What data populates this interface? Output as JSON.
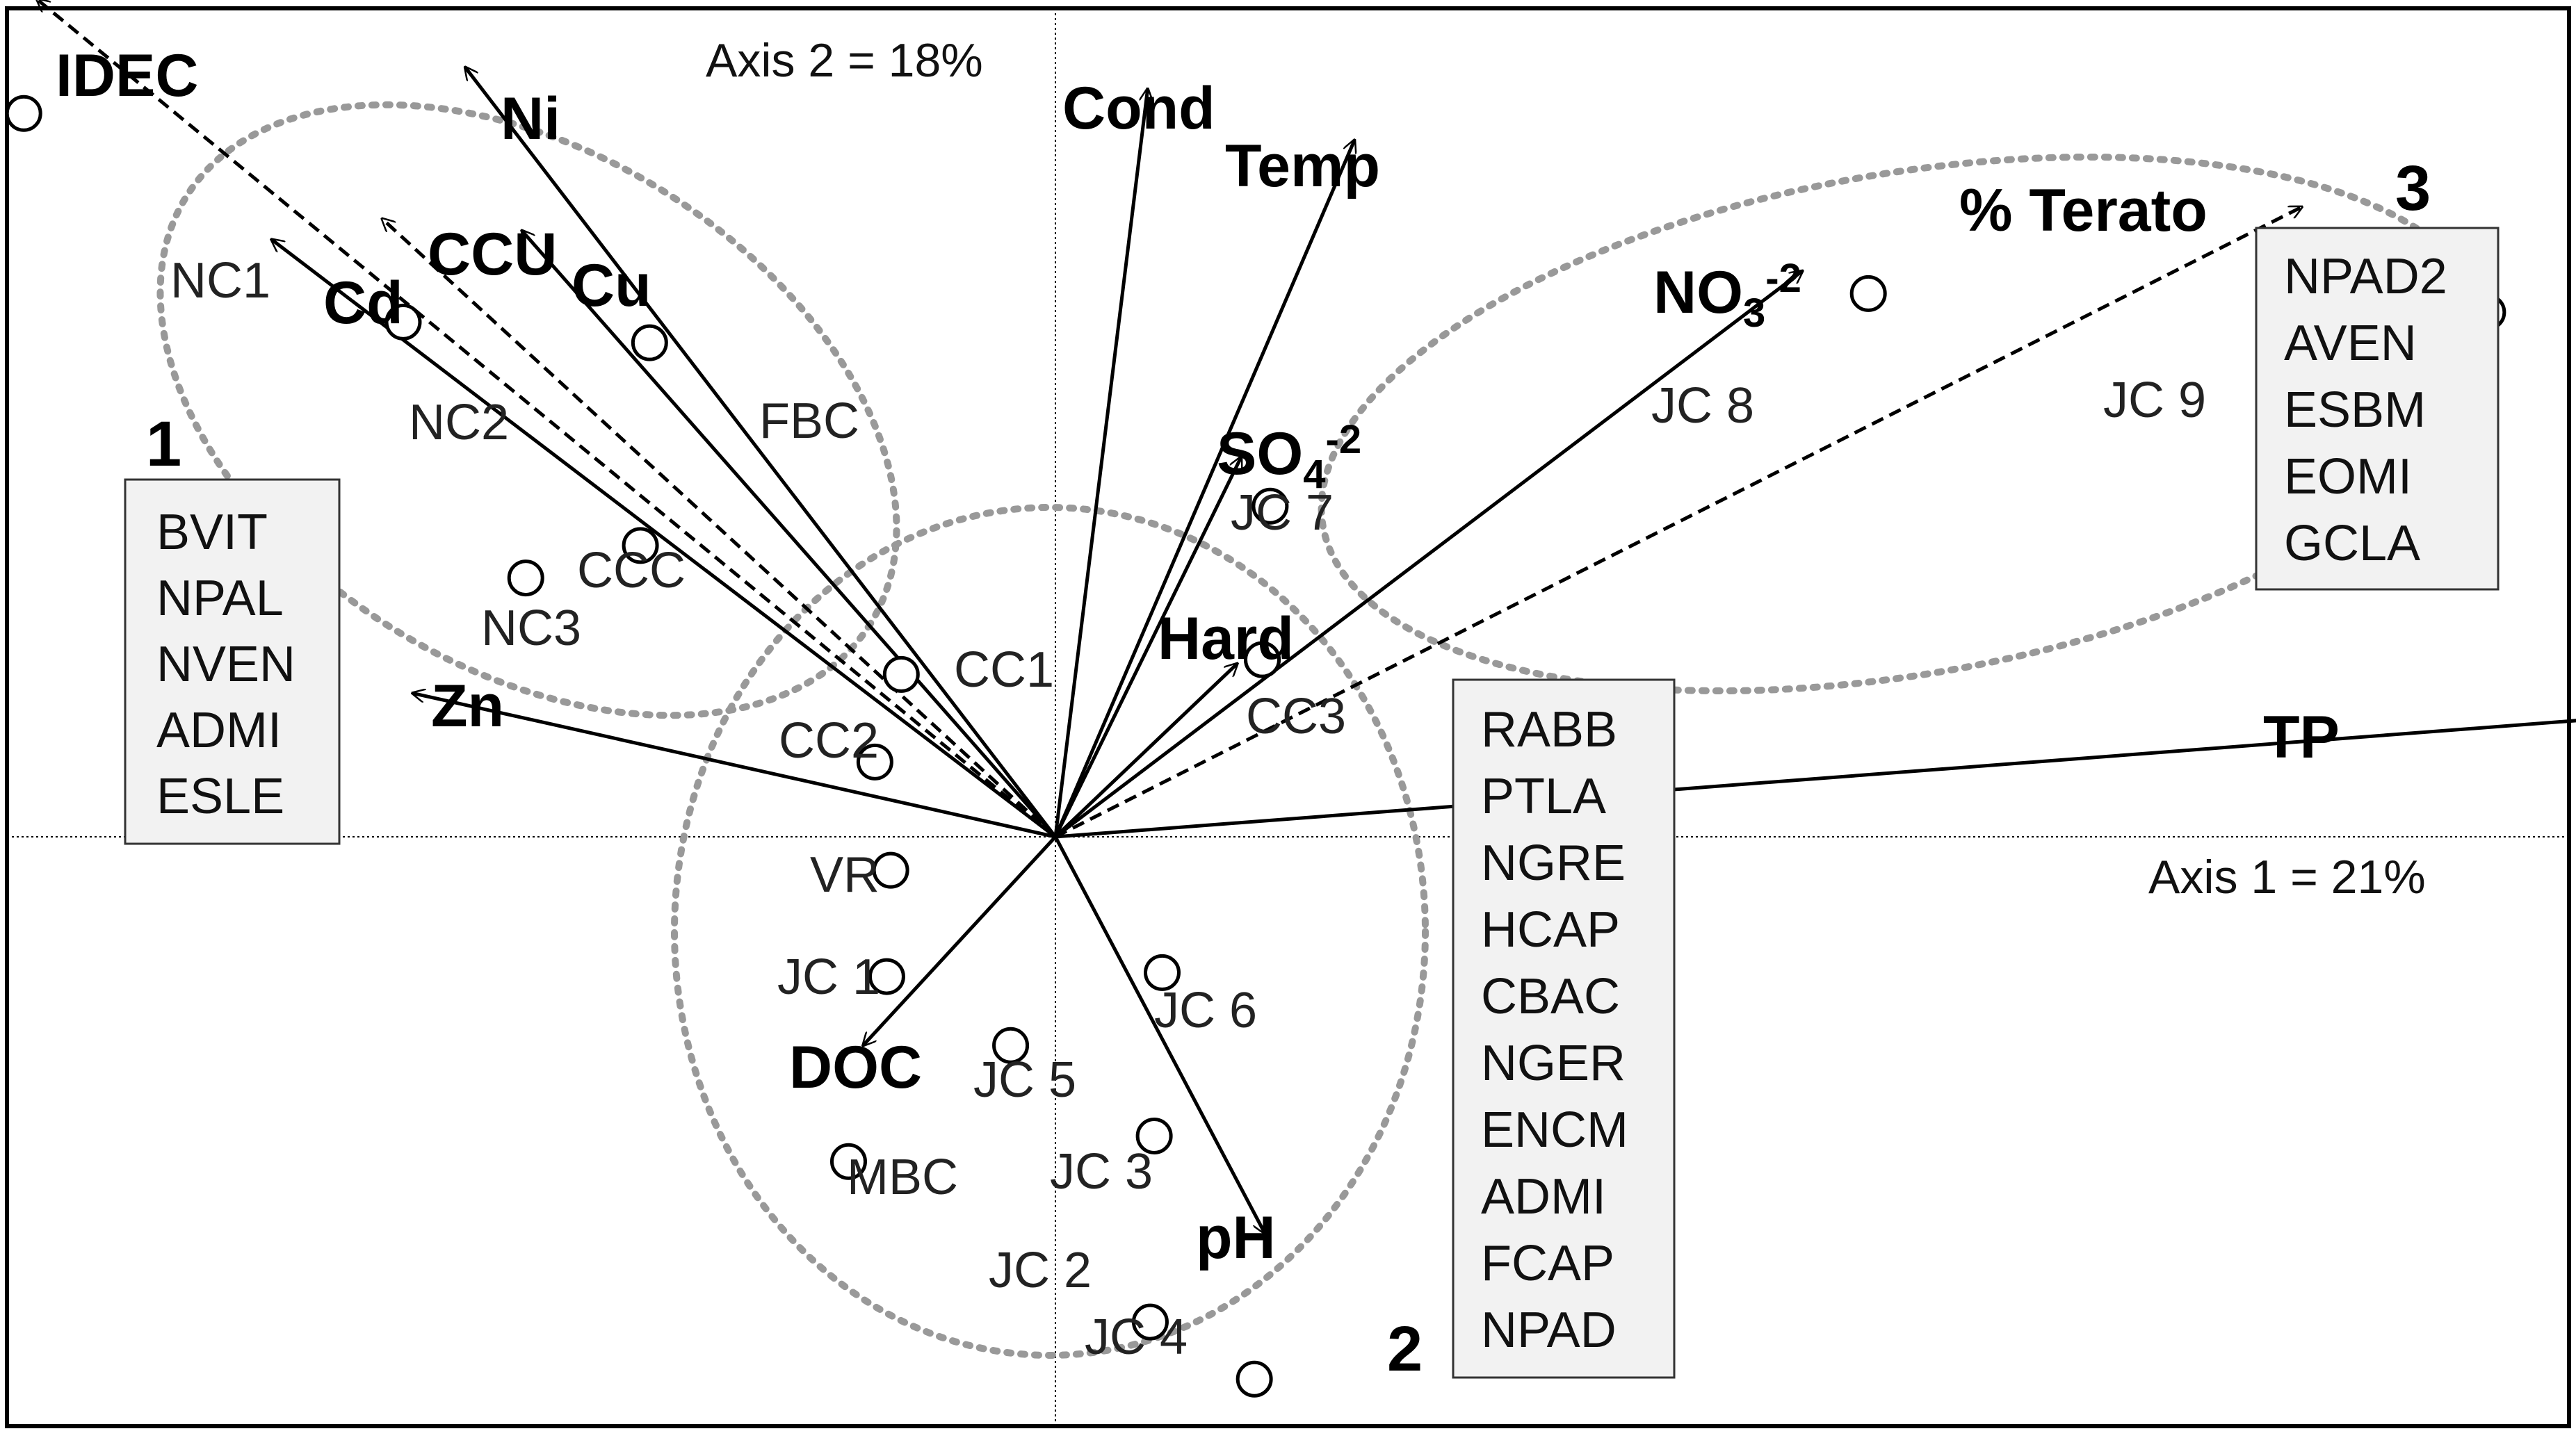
{
  "chart_data": {
    "type": "scatter",
    "subtype": "ordination-biplot",
    "title": "",
    "xlabel": "Axis 1 = 21%",
    "ylabel": "Axis 2 = 18%",
    "xlim": [
      -1.0,
      1.4
    ],
    "ylim": [
      -0.7,
      0.9
    ],
    "grid": false,
    "legend": "none",
    "colors": {
      "line": "#000000",
      "ellipse": "#999999",
      "box_fill": "#f2f2f2",
      "box_border": "#333333"
    },
    "sites": [
      {
        "name": "NC1",
        "x": -0.783,
        "y": 0.735
      },
      {
        "name": "NC2",
        "x": -0.495,
        "y": 0.523
      },
      {
        "name": "FBC",
        "x": -0.308,
        "y": 0.502
      },
      {
        "name": "CCC",
        "x": -0.315,
        "y": 0.296
      },
      {
        "name": "NC3",
        "x": -0.402,
        "y": 0.263
      },
      {
        "name": "CC1",
        "x": -0.117,
        "y": 0.165
      },
      {
        "name": "CC2",
        "x": -0.137,
        "y": 0.076
      },
      {
        "name": "VR",
        "x": -0.125,
        "y": -0.034
      },
      {
        "name": "JC 1",
        "x": -0.128,
        "y": -0.142
      },
      {
        "name": "JC 5",
        "x": -0.034,
        "y": -0.212
      },
      {
        "name": "MBC",
        "x": -0.157,
        "y": -0.33
      },
      {
        "name": "JC 6",
        "x": 0.081,
        "y": -0.138
      },
      {
        "name": "JC 3",
        "x": 0.075,
        "y": -0.304
      },
      {
        "name": "JC 2",
        "x": 0.072,
        "y": -0.493
      },
      {
        "name": "JC 4",
        "x": 0.151,
        "y": -0.551
      },
      {
        "name": "JC 7",
        "x": 0.163,
        "y": 0.336
      },
      {
        "name": "Hard",
        "x": 0.157,
        "y": 0.18
      },
      {
        "name": "CC3",
        "x": 0.157,
        "y": 0.18
      },
      {
        "name": "JC 8",
        "x": 0.617,
        "y": 0.552
      },
      {
        "name": "JC 9",
        "x": 1.087,
        "y": 0.533
      }
    ],
    "site_labels": [
      "NC1",
      "NC2",
      "FBC",
      "CCC",
      "NC3",
      "CC1",
      "CC2",
      "VR",
      "JC 1",
      "JC 5",
      "MBC",
      "JC 6",
      "JC 3",
      "JC 2",
      "JC 4",
      "JC 7",
      "CC3",
      "JC 8",
      "JC 9"
    ],
    "vectors": [
      {
        "name": "IDEC",
        "x": -0.773,
        "y": 0.851,
        "style": "dashed"
      },
      {
        "name": "Ni",
        "x": -0.448,
        "y": 0.782,
        "style": "solid"
      },
      {
        "name": "CCU",
        "x": -0.511,
        "y": 0.628,
        "style": "dashed"
      },
      {
        "name": "Cu",
        "x": -0.405,
        "y": 0.616,
        "style": "solid"
      },
      {
        "name": "Cd",
        "x": -0.595,
        "y": 0.607,
        "style": "solid"
      },
      {
        "name": "Zn",
        "x": -0.488,
        "y": 0.146,
        "style": "solid"
      },
      {
        "name": "Cond",
        "x": 0.07,
        "y": 0.76,
        "style": "solid"
      },
      {
        "name": "Temp",
        "x": 0.227,
        "y": 0.708,
        "style": "solid"
      },
      {
        "name": "SO4-2",
        "x": 0.141,
        "y": 0.386,
        "style": "solid"
      },
      {
        "name": "Hard",
        "x": 0.138,
        "y": 0.176,
        "style": "solid"
      },
      {
        "name": "NO3-2",
        "x": 0.567,
        "y": 0.575,
        "style": "solid"
      },
      {
        "name": "% Terato",
        "x": 0.946,
        "y": 0.64,
        "style": "dashed"
      },
      {
        "name": "TP",
        "x": 1.173,
        "y": 0.12,
        "style": "solid"
      },
      {
        "name": "DOC",
        "x": -0.146,
        "y": -0.212,
        "style": "solid"
      },
      {
        "name": "pH",
        "x": 0.159,
        "y": -0.403,
        "style": "solid"
      }
    ],
    "vector_labels": {
      "IDEC": "IDEC",
      "Ni": "Ni",
      "CCU": "CCU",
      "Cu": "Cu",
      "Cd": "Cd",
      "Zn": "Zn",
      "Cond": "Cond",
      "Temp": "Temp",
      "SO4_base": "SO",
      "SO4_sub": "4",
      "SO4_sup": "-2",
      "Hard": "Hard",
      "NO3_base": "NO",
      "NO3_sub": "3",
      "NO3_sup": "-2",
      "Terato": "% Terato",
      "TP": "TP",
      "DOC": "DOC",
      "pH": "pH"
    },
    "groups": [
      {
        "number": "1",
        "species": [
          "BVIT",
          "NPAL",
          "NVEN",
          "ADMI",
          "ESLE"
        ]
      },
      {
        "number": "2",
        "species": [
          "RABB",
          "PTLA",
          "NGRE",
          "HCAP",
          "CBAC",
          "NGER",
          "ENCM",
          "ADMI",
          "FCAP",
          "NPAD"
        ]
      },
      {
        "number": "3",
        "species": [
          "NPAD2",
          "AVEN",
          "ESBM",
          "EOMI",
          "GCLA"
        ]
      }
    ]
  }
}
